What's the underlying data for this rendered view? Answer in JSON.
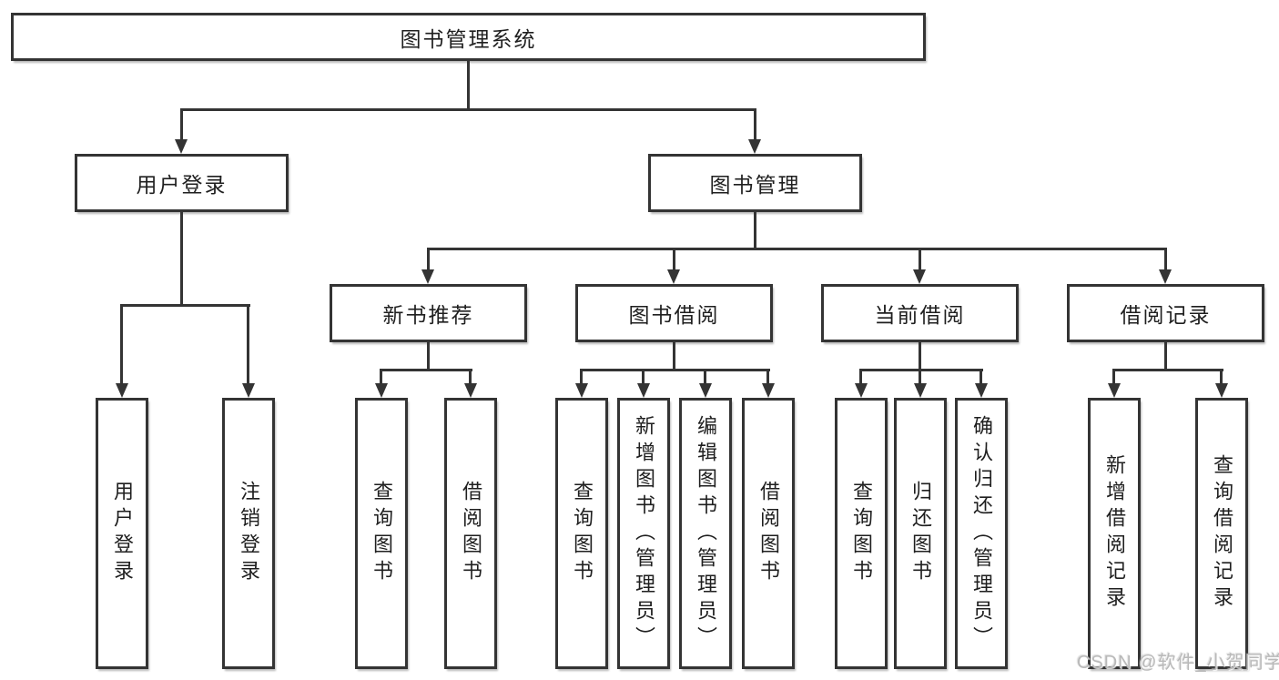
{
  "diagram": {
    "root": {
      "label": "图书管理系统"
    },
    "level2": [
      {
        "label": "用户登录",
        "children": [
          "用户登录",
          "注销登录"
        ]
      },
      {
        "label": "图书管理",
        "children": [
          {
            "label": "新书推荐",
            "children": [
              "查询图书",
              "借阅图书"
            ]
          },
          {
            "label": "图书借阅",
            "children": [
              "查询图书",
              "新增图书（管理员）",
              "编辑图书（管理员）",
              "借阅图书"
            ]
          },
          {
            "label": "当前借阅",
            "children": [
              "查询图书",
              "归还图书",
              "确认归还（管理员）"
            ]
          },
          {
            "label": "借阅记录",
            "children": [
              "新增借阅记录",
              "查询借阅记录"
            ]
          }
        ]
      }
    ]
  },
  "watermark": {
    "text": "CSDN @软件_小贺同学"
  },
  "colors": {
    "line": "#343434",
    "box_border": "#343434",
    "background": "#ffffff",
    "text": "#1f1f1f",
    "watermark": "#b9b9b9"
  }
}
